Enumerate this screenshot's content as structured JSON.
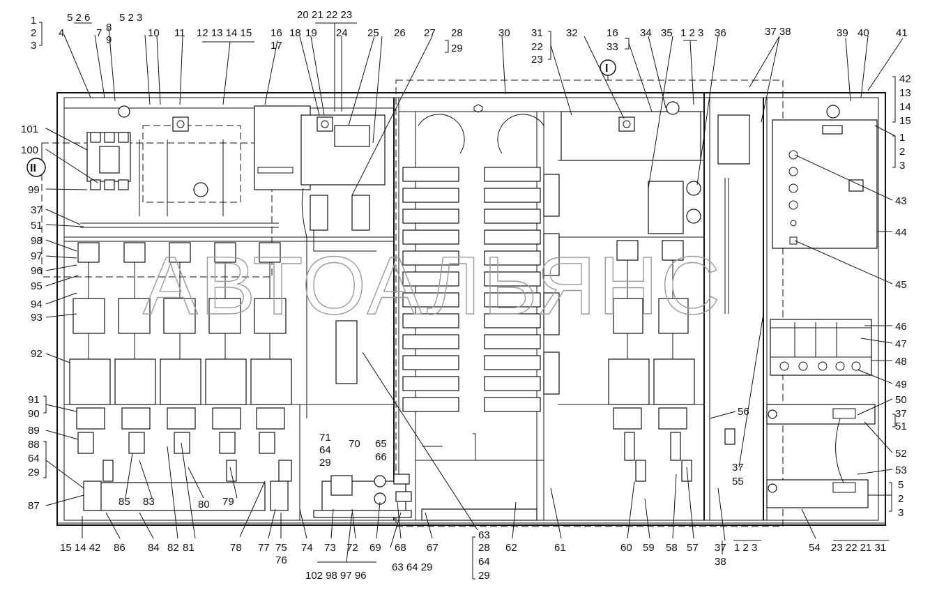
{
  "watermark": "АВТОАЛЬЯНС",
  "view_markers": {
    "one": "I",
    "two": "II"
  },
  "callouts": {
    "top": [
      "1",
      "2",
      "3",
      "4",
      "5 2 6",
      "7",
      "8",
      "9",
      "5 2 3",
      "10",
      "11",
      "12 13 14 15",
      "16",
      "17",
      "18",
      "19",
      "20 21 22 23",
      "24",
      "25",
      "26",
      "27",
      "28",
      "29",
      "30",
      "31",
      "22",
      "23",
      "32",
      "16",
      "33",
      "34",
      "35",
      "1 2 3",
      "36",
      "37 38",
      "39",
      "40",
      "41"
    ],
    "right": [
      "42",
      "13",
      "14",
      "15",
      "1",
      "2",
      "3",
      "43",
      "44",
      "45",
      "46",
      "47",
      "48",
      "49",
      "50",
      "37",
      "51",
      "52",
      "53",
      "5",
      "2",
      "3"
    ],
    "left": [
      "101",
      "100",
      "99",
      "37",
      "51",
      "98",
      "97",
      "96",
      "95",
      "94",
      "93",
      "92",
      "91",
      "90",
      "89",
      "88",
      "64",
      "29",
      "87"
    ],
    "bottom": [
      "15 14 42",
      "86",
      "84",
      "82",
      "81",
      "85",
      "83",
      "80",
      "79",
      "78",
      "77",
      "75",
      "76",
      "74",
      "73",
      "72",
      "69",
      "68",
      "67",
      "63",
      "28",
      "64",
      "29",
      "63 64 29",
      "102 98 97 96",
      "62",
      "61",
      "60",
      "59",
      "58",
      "57",
      "37",
      "38",
      "1 2 3",
      "54",
      "23 22 21 31"
    ],
    "inner": [
      "71",
      "64",
      "29",
      "70",
      "65",
      "66",
      "56",
      "37",
      "55"
    ]
  }
}
